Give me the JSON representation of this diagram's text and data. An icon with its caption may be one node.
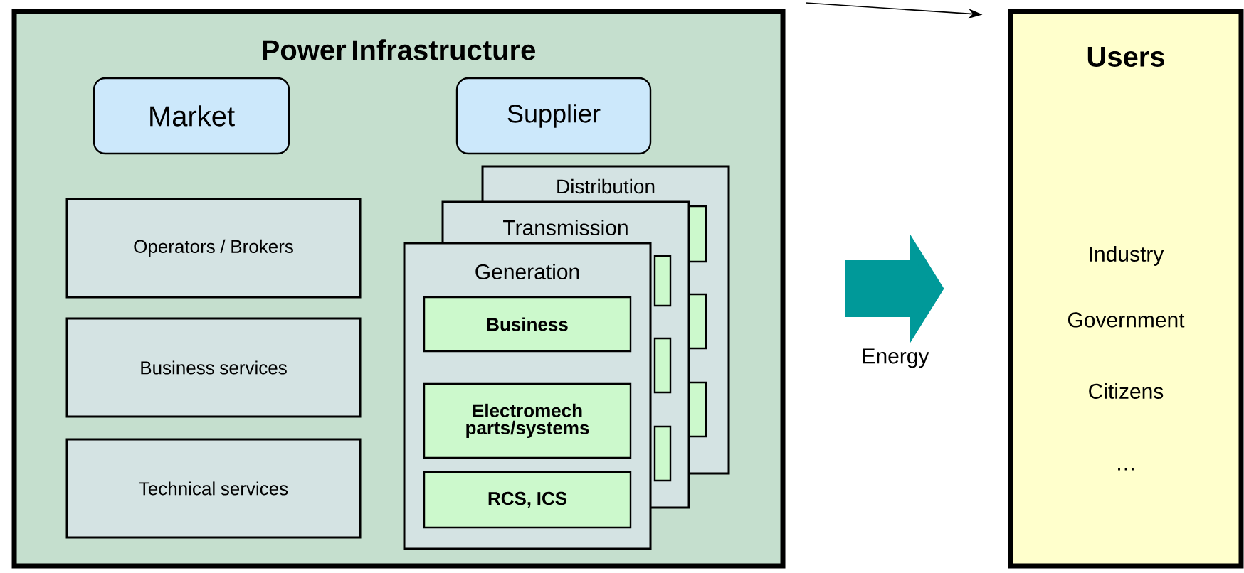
{
  "diagram": {
    "nodes": [
      {
        "text": [
          "Power Infrastructure"
        ]
      },
      {
        "text": [
          "Market"
        ],
        "in": 0
      },
      {
        "text": [
          "Supplier"
        ],
        "in": 0
      },
      {
        "text": [
          "Operators / Brokers"
        ],
        "in": 0
      },
      {
        "text": [
          "Business services"
        ],
        "in": 0
      },
      {
        "text": [
          "Technical services"
        ],
        "in": 0
      },
      {
        "text": [
          "Distribution"
        ],
        "in": 0
      },
      {
        "text": [],
        "shape": "box",
        "in": 6
      },
      {
        "text": [],
        "shape": "box",
        "in": 6
      },
      {
        "text": [],
        "shape": "box",
        "in": 6
      },
      {
        "text": [
          "Transmission"
        ],
        "in": 0
      },
      {
        "text": [],
        "shape": "box"
      },
      {
        "text": [],
        "shape": "box"
      },
      {
        "text": [],
        "shape": "box",
        "in": 10
      },
      {
        "text": [
          "Generation"
        ],
        "in": 0
      },
      {
        "text": [
          "Business"
        ],
        "in": 14
      },
      {
        "text": [
          "Electromech parts/systems"
        ],
        "in": 14
      },
      {
        "text": [
          "RCS, ICS"
        ],
        "in": 14
      },
      {
        "text": [
          "Users",
          "Industry",
          "Government",
          "Citizens",
          "…"
        ]
      }
    ],
    "edges": [
      {
        "from": 0,
        "to": 18,
        "arrow": "to",
        "label": "Energy",
        "style": "thick",
        "color": "#009999"
      },
      {
        "from": null,
        "to": 18,
        "arrow": "to",
        "color": "#000000"
      }
    ]
  }
}
